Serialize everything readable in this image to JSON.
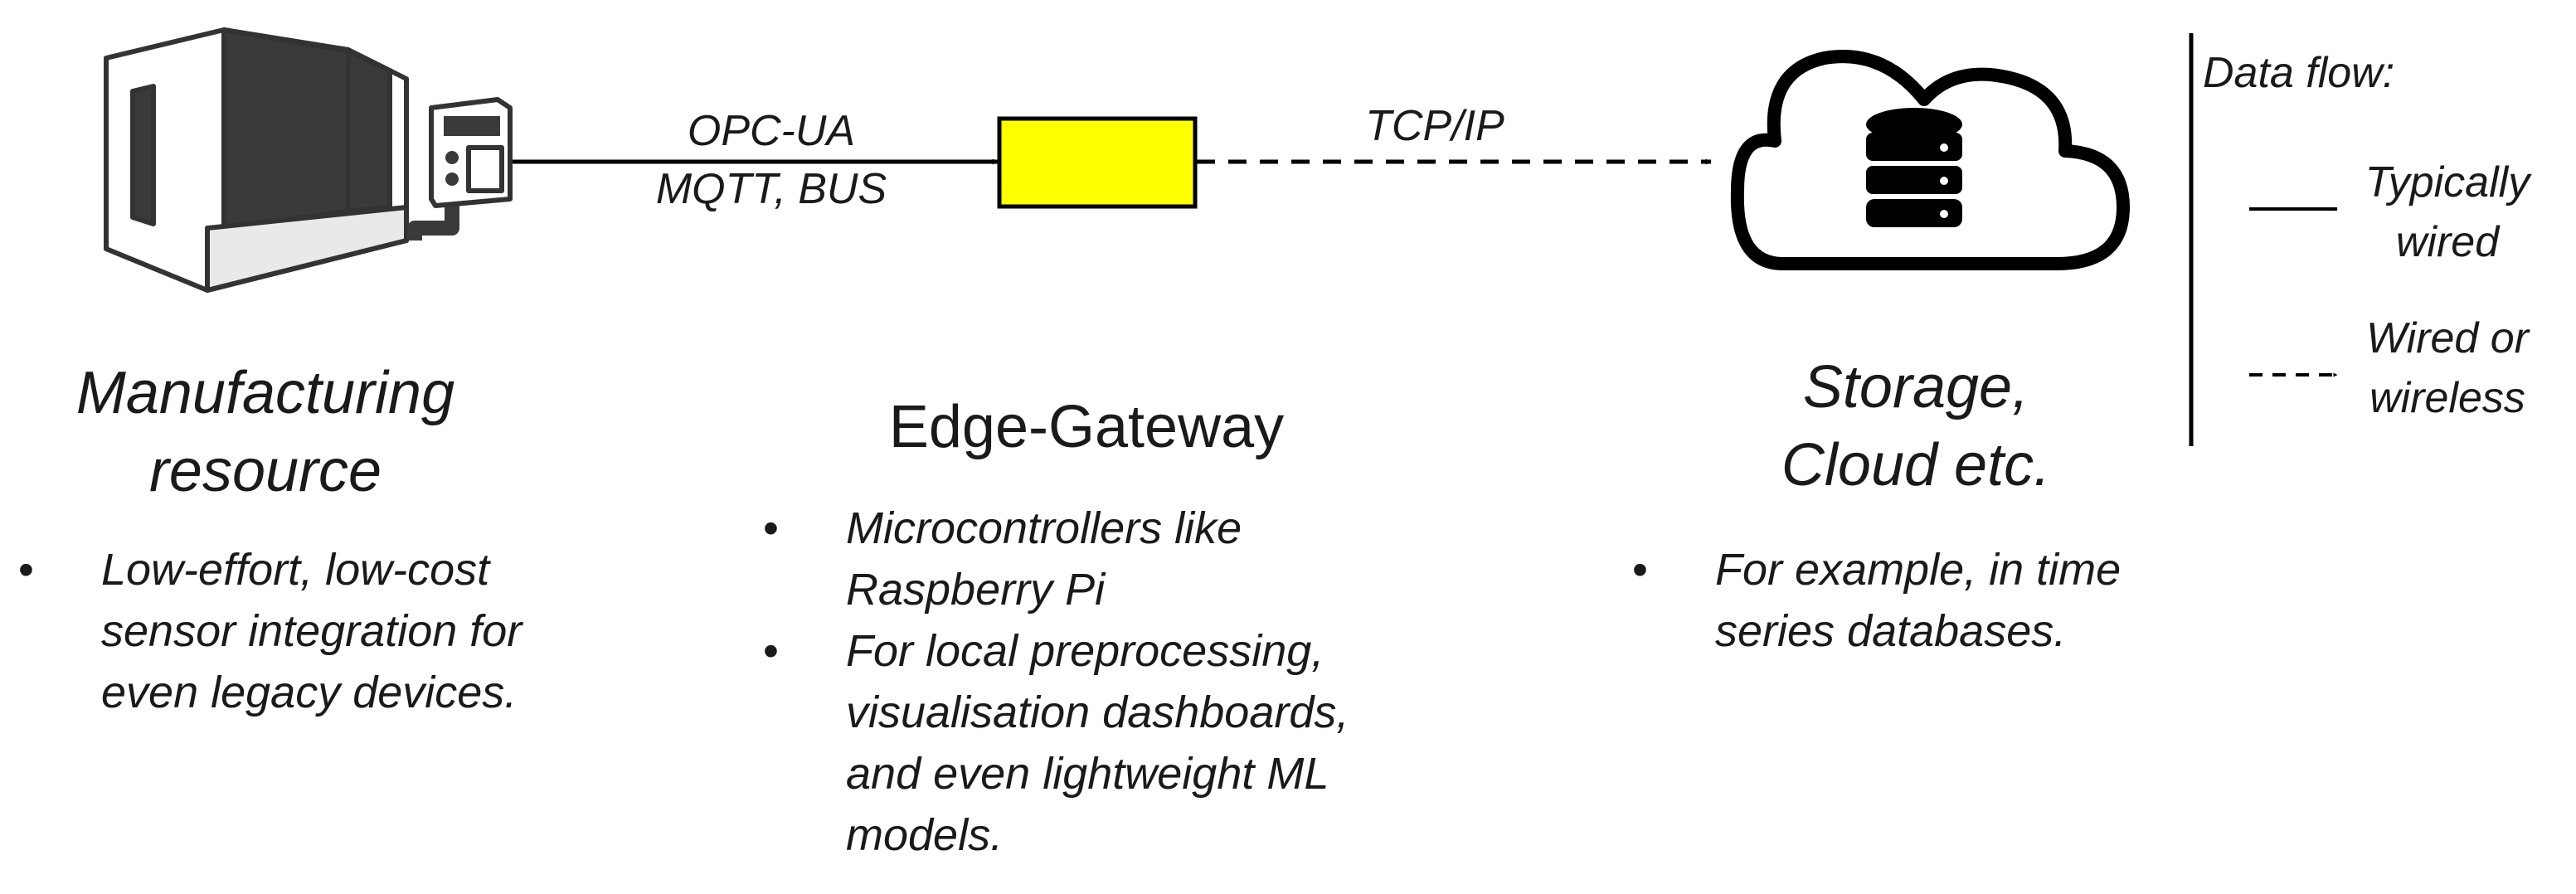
{
  "resource": {
    "title": "Manufacturing\nresource",
    "bullets": [
      "Low-effort, low-cost\nsensor integration for\neven legacy devices."
    ]
  },
  "protocols": {
    "line1": "OPC-UA",
    "line2": "MQTT, BUS"
  },
  "gateway": {
    "title": "Edge-Gateway",
    "bullets": [
      "Microcontrollers like\nRaspberry Pi",
      "For local preprocessing,\nvisualisation dashboards,\nand even lightweight ML\nmodels."
    ],
    "box_color": "#ffff00"
  },
  "network": {
    "label": "TCP/IP"
  },
  "storage": {
    "title": "Storage,\nCloud etc.",
    "bullets": [
      "For example, in time\nseries databases."
    ]
  },
  "legend": {
    "title": "Data flow:",
    "solid_label": "Typically\nwired",
    "dashed_label": "Wired or\nwireless"
  },
  "bullet_symbol": "•",
  "icons": {
    "machine": "manufacturing-machine-icon",
    "cloud": "cloud-database-icon"
  }
}
